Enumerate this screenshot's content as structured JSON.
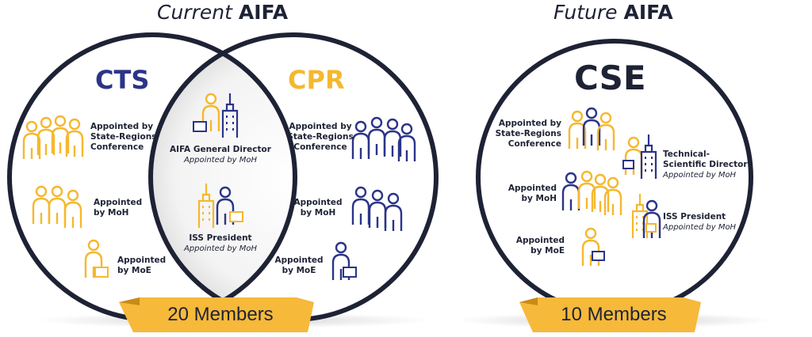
{
  "titles": {
    "current_prefix": "Current",
    "current_bold": "AIFA",
    "future_prefix": "Future",
    "future_bold": "AIFA"
  },
  "current": {
    "left_name": "CTS",
    "right_name": "CPR",
    "left_groups": [
      {
        "label": "Appointed by State-Regions Conference"
      },
      {
        "label": "Appointed by MoH"
      },
      {
        "label": "Appointed by MoE"
      }
    ],
    "right_groups": [
      {
        "label": "Appointed by State-Regions Conference"
      },
      {
        "label": "Appointed by MoH"
      },
      {
        "label": "Appointed by MoE"
      }
    ],
    "center": [
      {
        "label": "AIFA General Director",
        "sub": "Appointed by MoH"
      },
      {
        "label": "ISS President",
        "sub": "Appointed by MoH"
      }
    ],
    "members": "20 Members"
  },
  "future": {
    "name": "CSE",
    "groups": [
      {
        "label": "Appointed by State-Regions Conference"
      },
      {
        "label": "Appointed by MoH"
      },
      {
        "label": "Appointed by MoE"
      }
    ],
    "roles": [
      {
        "label": "Technical-Scientific Director",
        "sub": "Appointed by MoH"
      },
      {
        "label": "ISS President",
        "sub": "Appointed by MoH"
      }
    ],
    "members": "10 Members"
  },
  "colors": {
    "navy": "#2b3488",
    "yellow": "#f5b82e",
    "dark": "#1e2235",
    "ribbon": "#f6b93a"
  }
}
